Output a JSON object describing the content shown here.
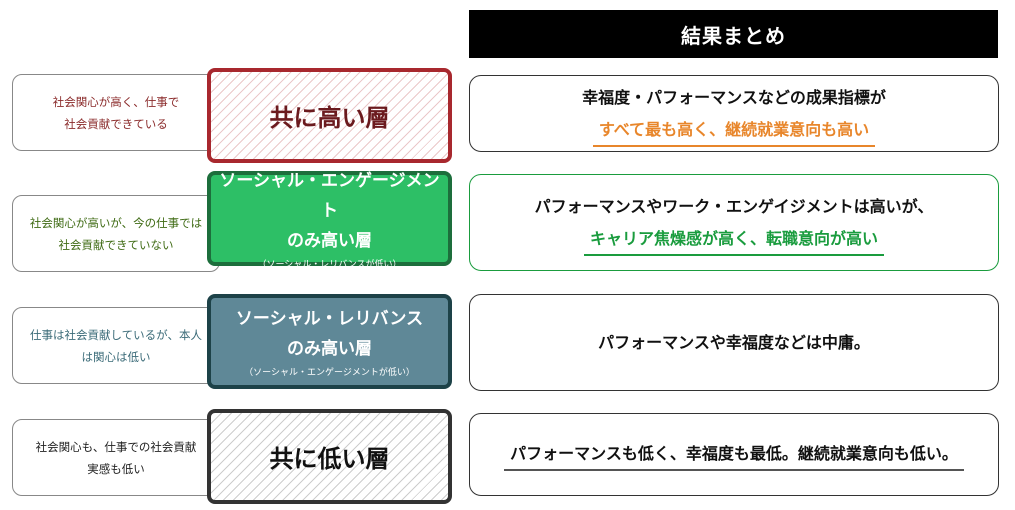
{
  "header": {
    "title": "結果まとめ"
  },
  "colors": {
    "high_both": "#a8282e",
    "social_engagement": "#2dbf66",
    "social_engagement_border": "#1d6e3c",
    "social_relevance": "#5f8897",
    "social_relevance_border": "#1d4248",
    "low_both": "#333333",
    "orange_accent": "#e8862b",
    "green_accent": "#1a9c3e"
  },
  "rows": [
    {
      "description": [
        "社会関心が高く、仕事で",
        "社会貢献できている"
      ],
      "segment": {
        "title": "共に高い層"
      },
      "result": {
        "line1": "幸福度・パフォーマンスなどの成果指標が",
        "line2": "すべて最も高く、継続就業意向も高い"
      }
    },
    {
      "description": [
        "社会関心が高いが、今の仕事では",
        "社会貢献できていない"
      ],
      "segment": {
        "title_line1": "ソーシャル・エンゲージメント",
        "title_line2": "のみ高い層",
        "note": "（ソーシャル・レリバンスが低い）"
      },
      "result": {
        "line1": "パフォーマンスやワーク・エンゲイジメントは高いが、",
        "line2": "キャリア焦燥感が高く、転職意向が高い"
      }
    },
    {
      "description": [
        "仕事は社会貢献しているが、本人",
        "は関心は低い"
      ],
      "segment": {
        "title_line1": "ソーシャル・レリバンス",
        "title_line2": "のみ高い層",
        "note": "（ソーシャル・エンゲージメントが低い）"
      },
      "result": {
        "line1": "パフォーマンスや幸福度などは中庸。"
      }
    },
    {
      "description": [
        "社会関心も、仕事での社会貢献",
        "実感も低い"
      ],
      "segment": {
        "title": "共に低い層"
      },
      "result": {
        "line1": "パフォーマンスも低く、幸福度も最低。継続就業意向も低い。"
      }
    }
  ]
}
